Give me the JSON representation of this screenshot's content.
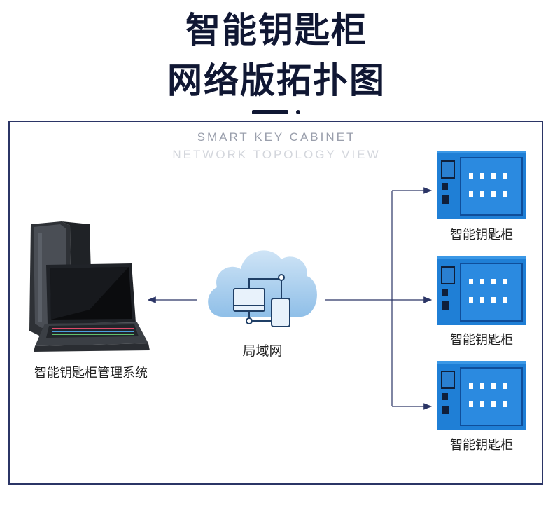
{
  "header": {
    "title_line1": "智能钥匙柜",
    "title_line2": "网络版拓扑图"
  },
  "subtitle": {
    "line1": "SMART KEY CABINET",
    "line2": "NETWORK TOPOLOGY VIEW"
  },
  "nodes": {
    "management_system": {
      "label": "智能钥匙柜管理系统"
    },
    "lan": {
      "label": "局域网"
    },
    "cabinets": [
      {
        "label": "智能钥匙柜"
      },
      {
        "label": "智能钥匙柜"
      },
      {
        "label": "智能钥匙柜"
      }
    ]
  },
  "colors": {
    "title": "#101733",
    "frame": "#2b3566",
    "arrow": "#2b3566",
    "cabinet_blue": "#1f7fd6",
    "cloud": "#a9d0ef"
  }
}
